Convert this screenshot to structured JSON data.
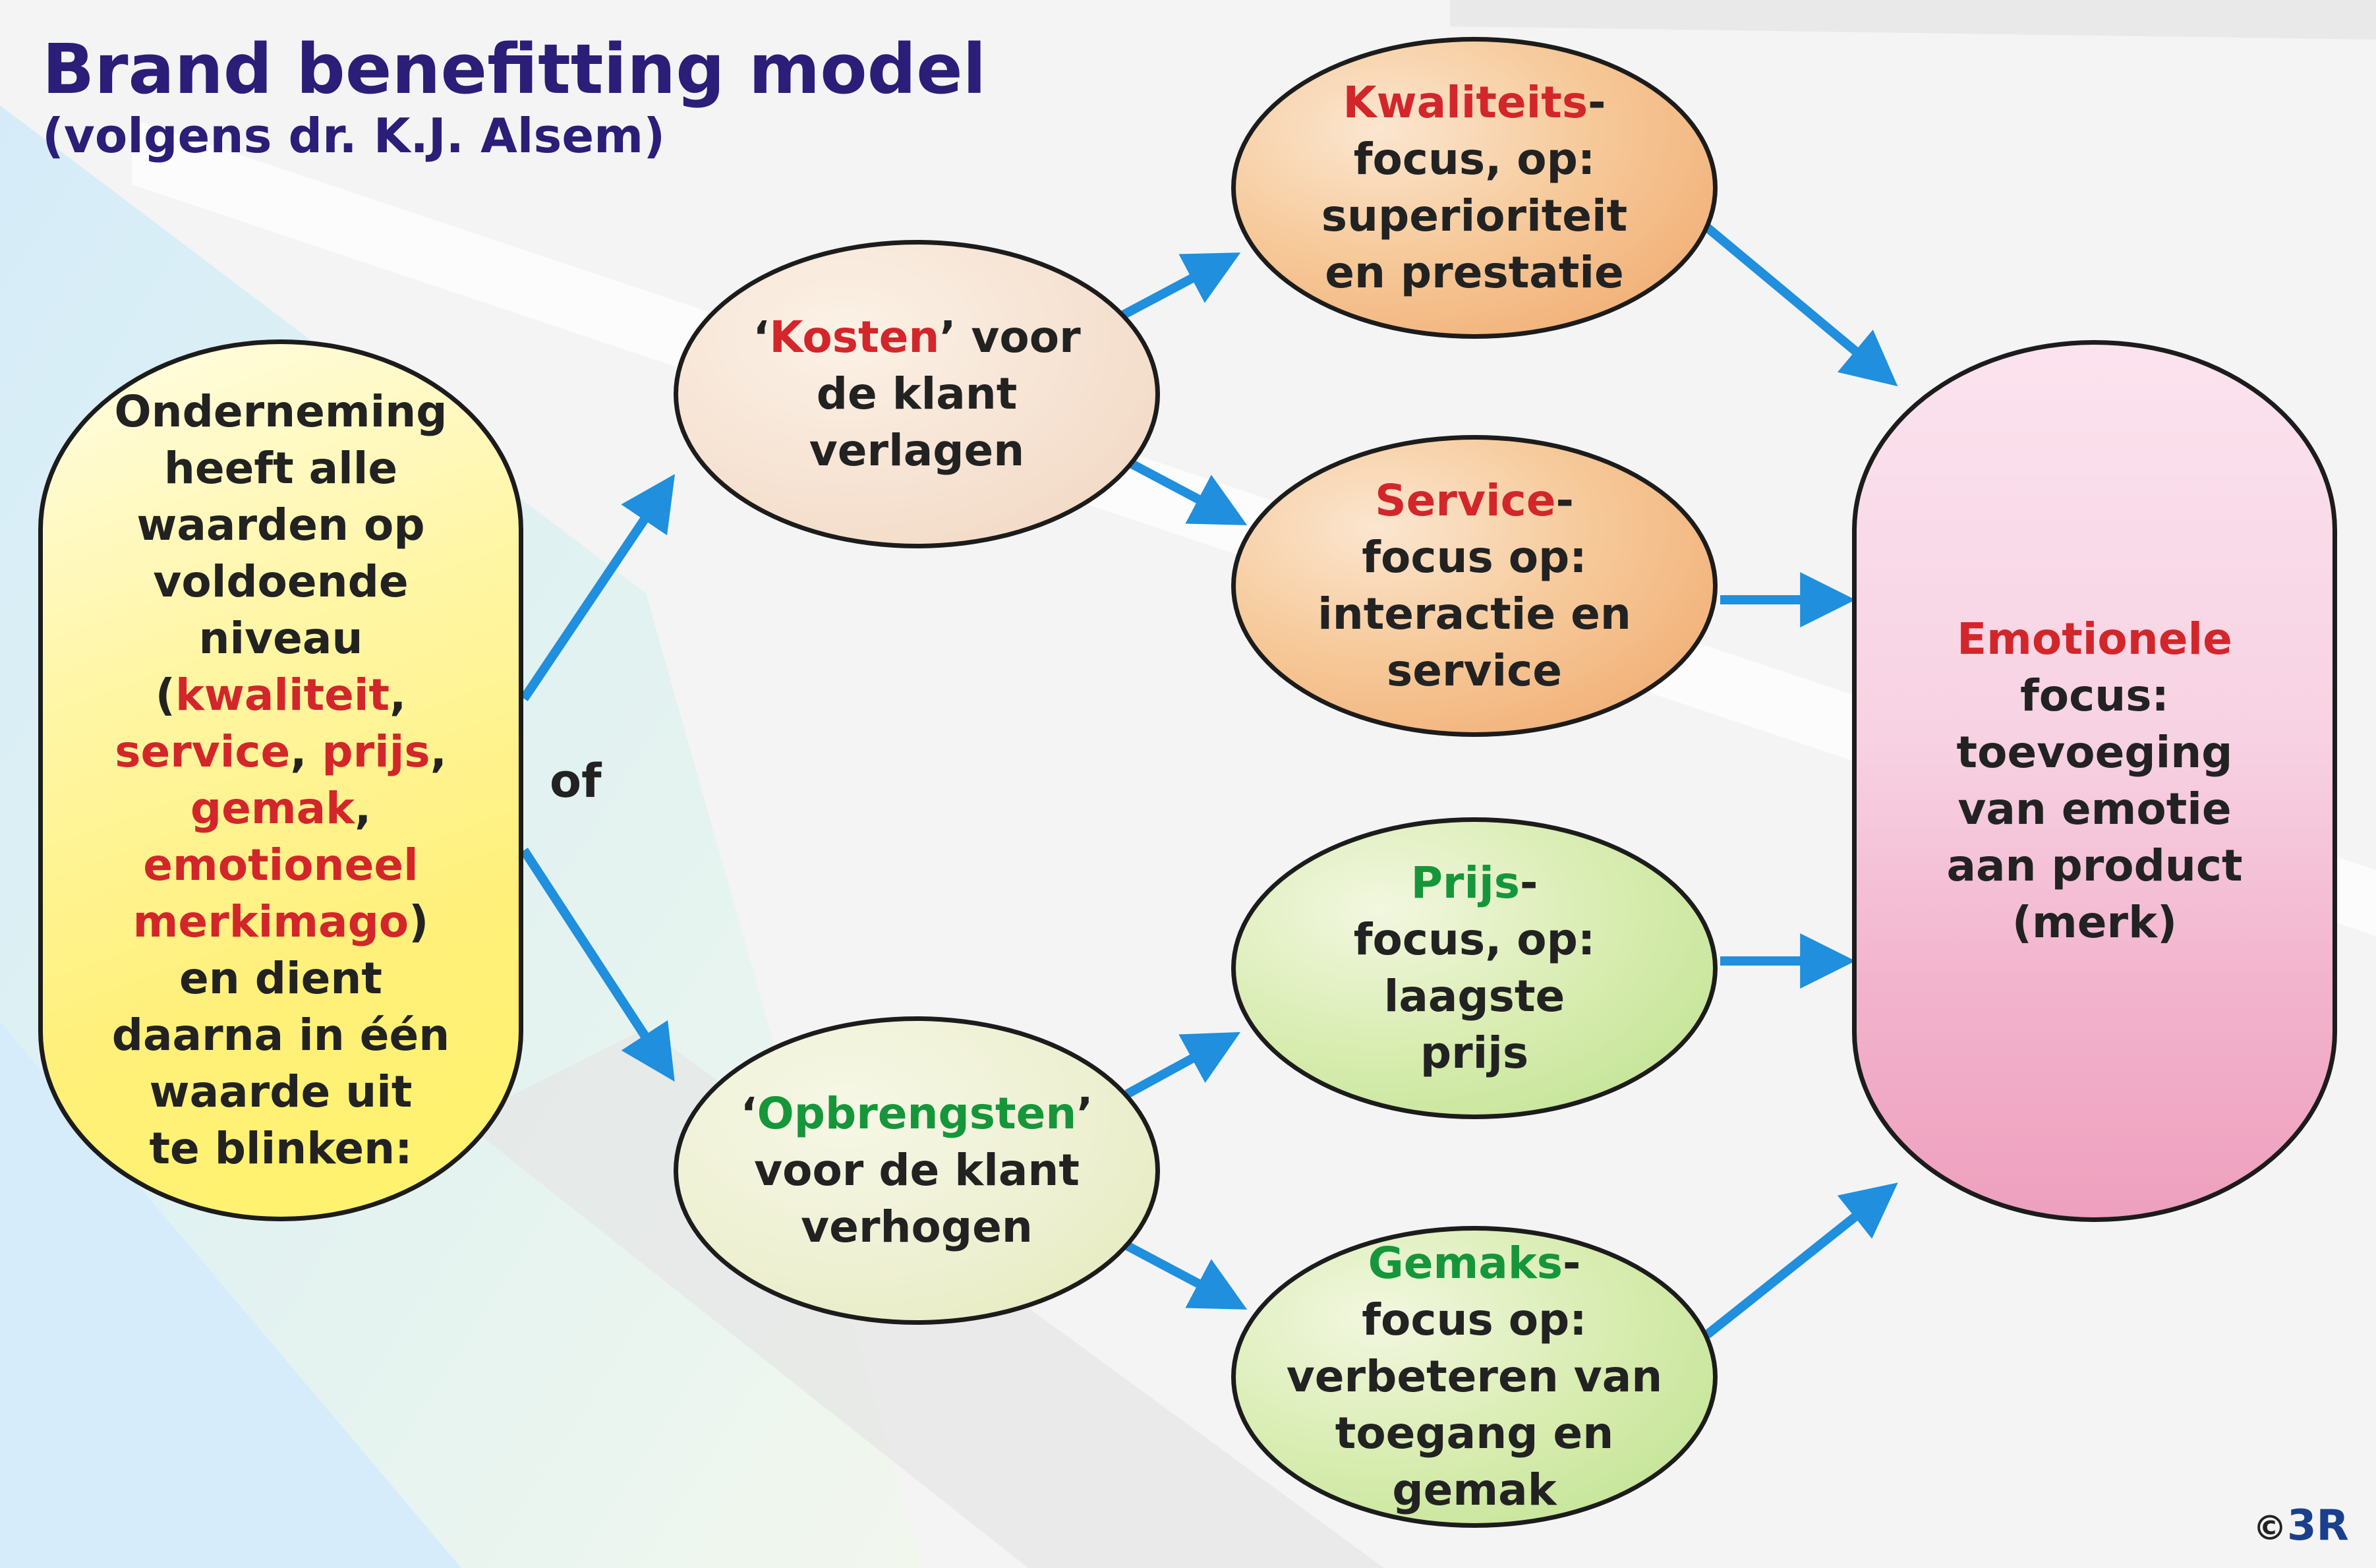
{
  "title": "Brand benefitting model",
  "subtitle": "(volgens dr. K.J. Alsem)",
  "colors": {
    "title": "#2a1e78",
    "highlight_red": "#d3262b",
    "highlight_green": "#16963a",
    "arrow": "#1f8fde",
    "start_fill": "#fff36a",
    "cost_fill": "#f6e2d2",
    "revenue_fill": "#eef0d2",
    "orange_focus_fill": "#f6c999",
    "green_focus_fill": "#d8ecb0",
    "emotion_fill": "#f2b2cb"
  },
  "start_box": {
    "line1": "Onderneming",
    "line2": "heeft alle",
    "line3": "waarden op",
    "line4": "voldoende",
    "line5": "niveau",
    "open_paren": "(",
    "kwaliteit": "kwaliteit",
    "comma1": ",",
    "service": "service",
    "comma2": ", ",
    "prijs": "prijs",
    "comma3": ",",
    "gemak": "gemak",
    "comma4": ",",
    "emotioneel": "emotioneel",
    "merkimago": "merkimago",
    "close_paren": ")",
    "line_en": "en dient",
    "line_daarna": "daarna in één",
    "line_waarde": "waarde uit",
    "line_te": "te blinken:"
  },
  "connector_label": "of",
  "cost_ellipse": {
    "quote_open": "‘",
    "keyword": "Kosten",
    "rest1": "’ voor",
    "line2": "de klant",
    "line3": "verlagen"
  },
  "revenue_ellipse": {
    "quote_open": "‘",
    "keyword": "Opbrengsten",
    "quote_close": "’",
    "line2": "voor de klant",
    "line3": "verhogen"
  },
  "quality_focus": {
    "keyword": "Kwaliteits",
    "dash": "-",
    "line2": "focus, op:",
    "line3": "superioriteit",
    "line4": "en prestatie"
  },
  "service_focus": {
    "keyword": "Service",
    "dash": "-",
    "line2": "focus op:",
    "line3": "interactie en",
    "line4": "service"
  },
  "price_focus": {
    "keyword": "Prijs",
    "dash": "-",
    "line2": "focus, op:",
    "line3": "laagste",
    "line4": "prijs"
  },
  "convenience_focus": {
    "keyword": "Gemaks",
    "dash": "-",
    "line2": "focus op:",
    "line3": "verbeteren van",
    "line4": "toegang en",
    "line5": "gemak"
  },
  "emotion_box": {
    "keyword": "Emotionele",
    "line2": "focus:",
    "line3": "toevoeging",
    "line4": "van emotie",
    "line5": "aan product",
    "line6": "(merk)"
  },
  "copyright": {
    "symbol": "©",
    "mark": "3R"
  }
}
